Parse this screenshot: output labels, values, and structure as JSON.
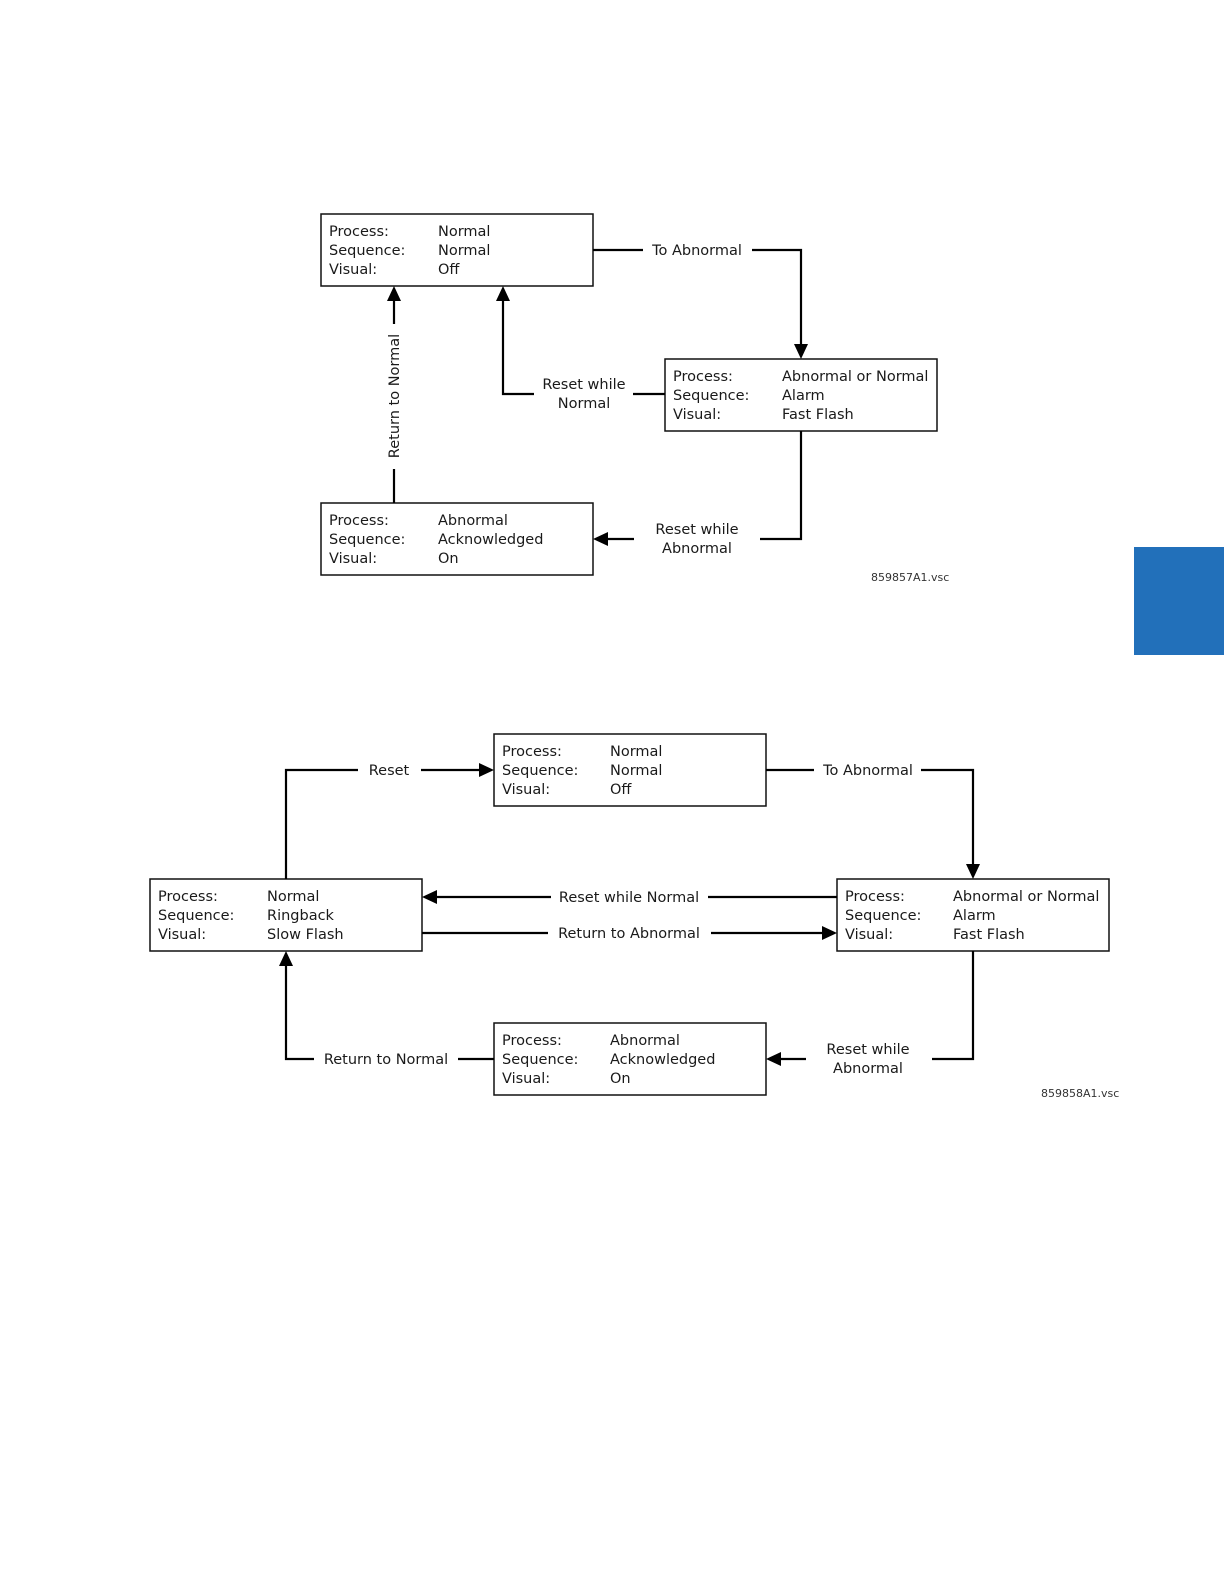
{
  "colors": {
    "tab": "#2270ba"
  },
  "field_labels": {
    "process": "Process:",
    "sequence": "Sequence:",
    "visual": "Visual:"
  },
  "diagram1": {
    "file_id": "859857A1.vsc",
    "states": {
      "normal": {
        "process": "Normal",
        "sequence": "Normal",
        "visual": "Off"
      },
      "alarm": {
        "process": "Abnormal or Normal",
        "sequence": "Alarm",
        "visual": "Fast Flash"
      },
      "acknowledged": {
        "process": "Abnormal",
        "sequence": "Acknowledged",
        "visual": "On"
      }
    },
    "transitions": {
      "to_abnormal": "To Abnormal",
      "reset_while_normal": [
        "Reset while",
        "Normal"
      ],
      "reset_while_abnormal": [
        "Reset while",
        "Abnormal"
      ],
      "return_to_normal": "Return to Normal"
    }
  },
  "diagram2": {
    "file_id": "859858A1.vsc",
    "states": {
      "normal": {
        "process": "Normal",
        "sequence": "Normal",
        "visual": "Off"
      },
      "ringback": {
        "process": "Normal",
        "sequence": "Ringback",
        "visual": "Slow Flash"
      },
      "alarm": {
        "process": "Abnormal or Normal",
        "sequence": "Alarm",
        "visual": "Fast Flash"
      },
      "acknowledged": {
        "process": "Abnormal",
        "sequence": "Acknowledged",
        "visual": "On"
      }
    },
    "transitions": {
      "reset": "Reset",
      "to_abnormal": "To Abnormal",
      "reset_while_normal": "Reset while Normal",
      "return_to_abnormal": "Return to Abnormal",
      "return_to_normal": "Return to Normal",
      "reset_while_abnormal": [
        "Reset while",
        "Abnormal"
      ]
    }
  }
}
